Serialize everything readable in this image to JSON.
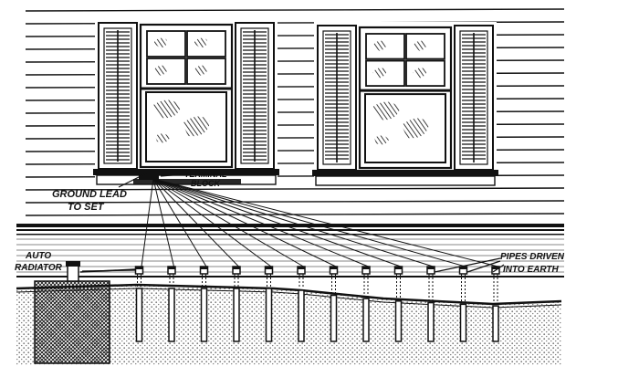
{
  "labels": {
    "terminal_block_line1": "TERMINAL",
    "terminal_block_line2": "BLOCK",
    "ground_lead_line1": "GROUND LEAD",
    "ground_lead_line2": "TO SET",
    "auto_radiator_line1": "AUTO",
    "auto_radiator_line2": "RADIATOR",
    "pipes_line1": "PIPES DRIVEN",
    "pipes_line2": "INTO EARTH"
  },
  "pipe_count": 12,
  "colors": {
    "ink": "#111111",
    "paper": "#ffffff"
  }
}
